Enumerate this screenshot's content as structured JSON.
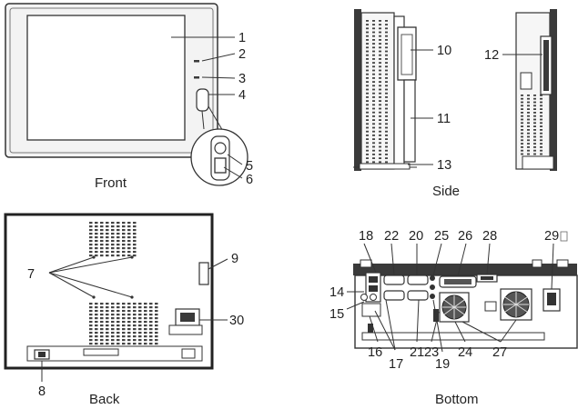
{
  "views": {
    "front": "Front",
    "side": "Side",
    "back": "Back",
    "bottom": "Bottom"
  },
  "callouts": {
    "c1": "1",
    "c2": "2",
    "c3": "3",
    "c4": "4",
    "c5": "5",
    "c6": "6",
    "c7": "7",
    "c8": "8",
    "c9": "9",
    "c10": "10",
    "c11": "11",
    "c12": "12",
    "c13": "13",
    "c14": "14",
    "c15": "15",
    "c16": "16",
    "c17": "17",
    "c18": "18",
    "c19": "19",
    "c20": "20",
    "c21": "21",
    "c22": "22",
    "c23": "23",
    "c24": "24",
    "c25": "25",
    "c26": "26",
    "c27": "27",
    "c28": "28",
    "c29": "29",
    "c30": "30"
  }
}
